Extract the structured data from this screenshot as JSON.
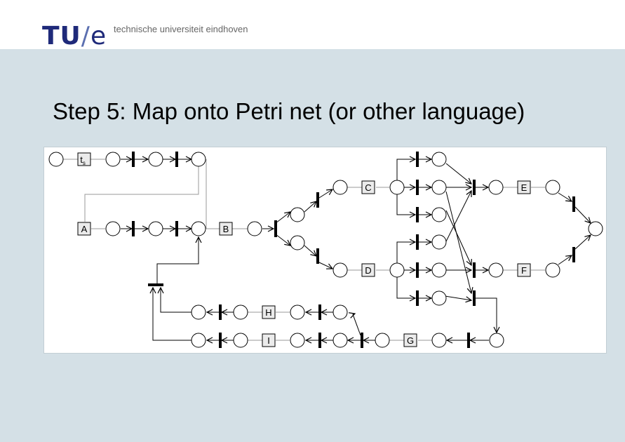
{
  "header": {
    "logo_tu": "TU",
    "logo_slash": "/",
    "logo_e": "e",
    "tagline": "technische universiteit eindhoven"
  },
  "slide": {
    "title": "Step 5: Map onto Petri net (or other language)"
  },
  "diagram": {
    "labels": {
      "ts_main": "t",
      "ts_sub": "s",
      "A": "A",
      "B": "B",
      "C": "C",
      "D": "D",
      "E": "E",
      "F": "F",
      "G": "G",
      "H": "H",
      "I": "I"
    }
  }
}
